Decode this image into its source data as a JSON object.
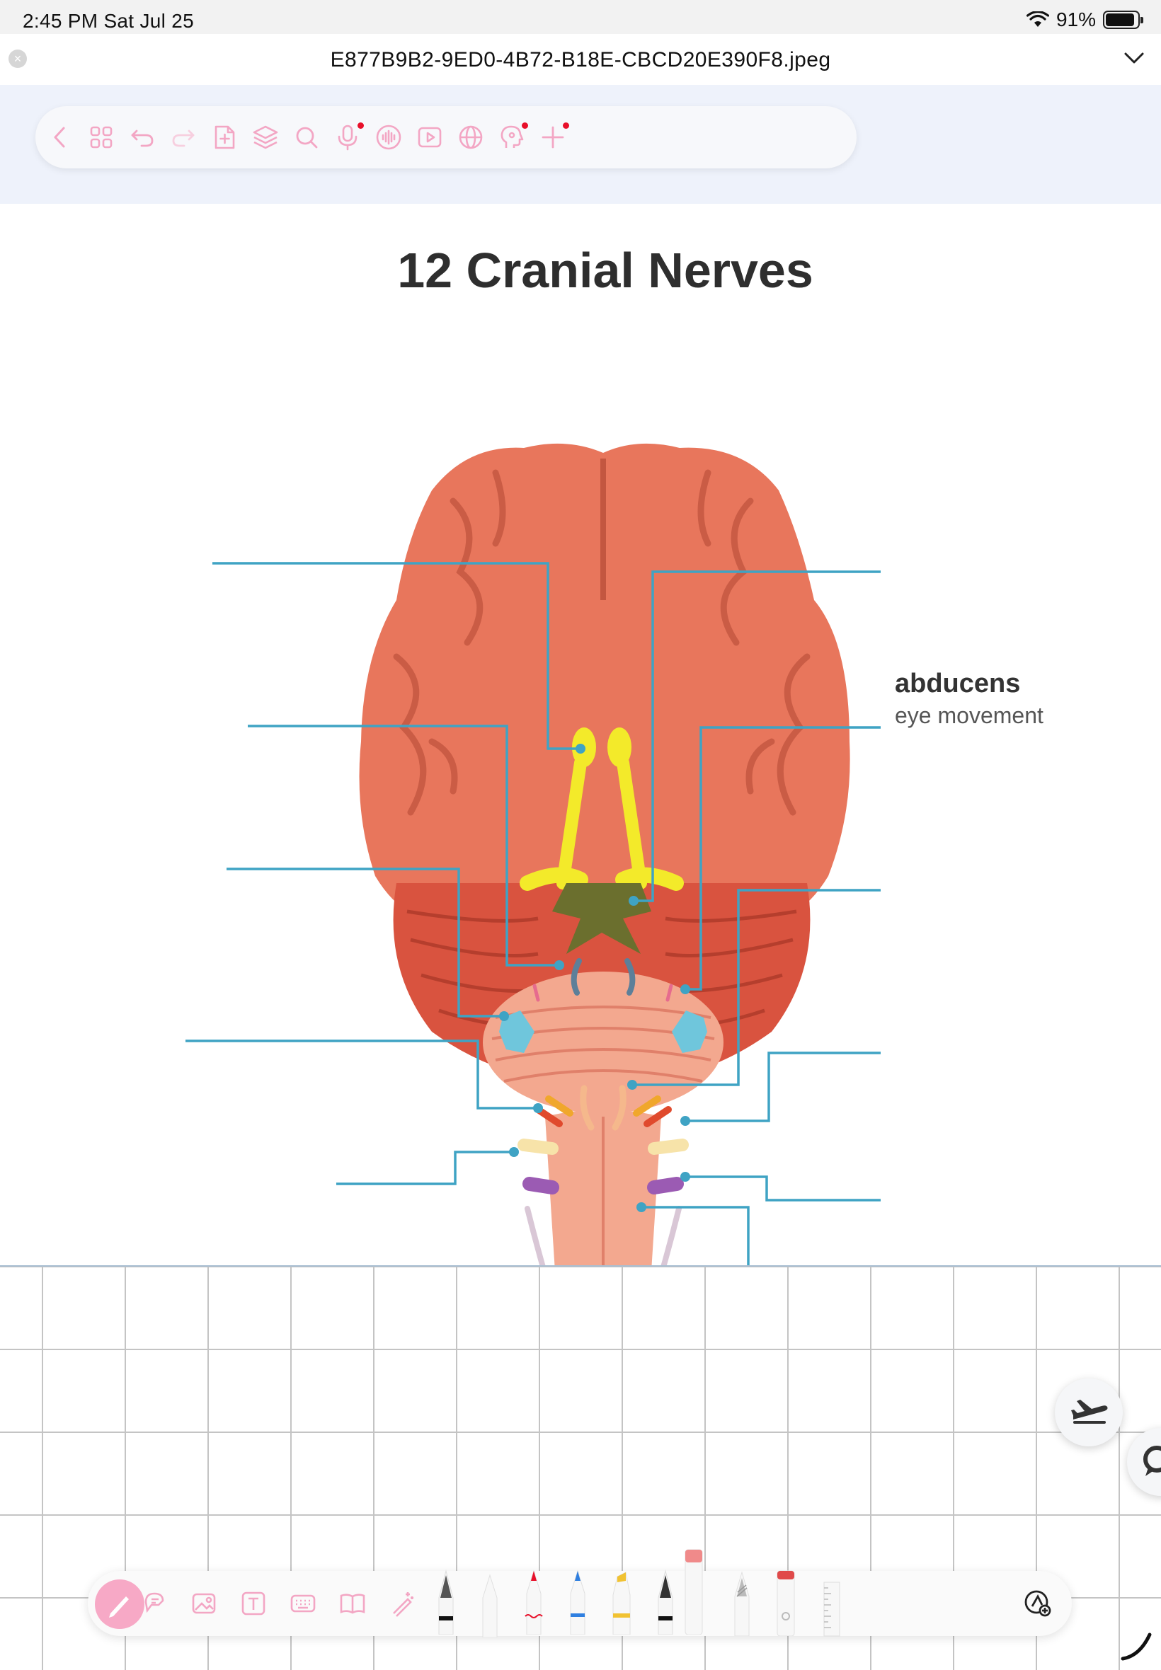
{
  "status_bar": {
    "time": "2:45 PM   Sat Jul 25",
    "battery": "91%",
    "battery_level": 0.91
  },
  "file": {
    "title": "E877B9B2-9ED0-4B72-B18E-CBCD20E390F8.jpeg"
  },
  "toolbar": {
    "icons": [
      "back-icon",
      "thumbnails-icon",
      "undo-icon",
      "redo-icon",
      "add-page-icon",
      "layers-icon",
      "search-icon",
      "microphone-icon",
      "audio-icon",
      "video-icon",
      "web-icon",
      "ai-assistant-icon",
      "add-icon"
    ],
    "icon_color": "#f3a6c4",
    "notification_color": "#e8102a"
  },
  "diagram": {
    "title": "12 Cranial Nerves",
    "labels": [
      {
        "name": "abducens",
        "description": "eye movement"
      }
    ],
    "leader_color": "#3fa3c4"
  },
  "pen_toolbar": {
    "tools": [
      "pencil-mode-icon",
      "shape-icon",
      "image-icon",
      "text-icon",
      "keyboard-icon",
      "reader-icon",
      "magic-pen-icon",
      "fountain-pen-icon",
      "ballpoint-pen-icon",
      "red-brush-pen-icon",
      "blue-brush-pen-icon",
      "yellow-highlighter-icon",
      "calligraphy-pen-icon",
      "pink-eraser-icon",
      "pencil-grey-icon",
      "eraser-icon",
      "ruler-icon",
      "lasso-add-icon"
    ],
    "active_color": "#f7a9c6"
  }
}
